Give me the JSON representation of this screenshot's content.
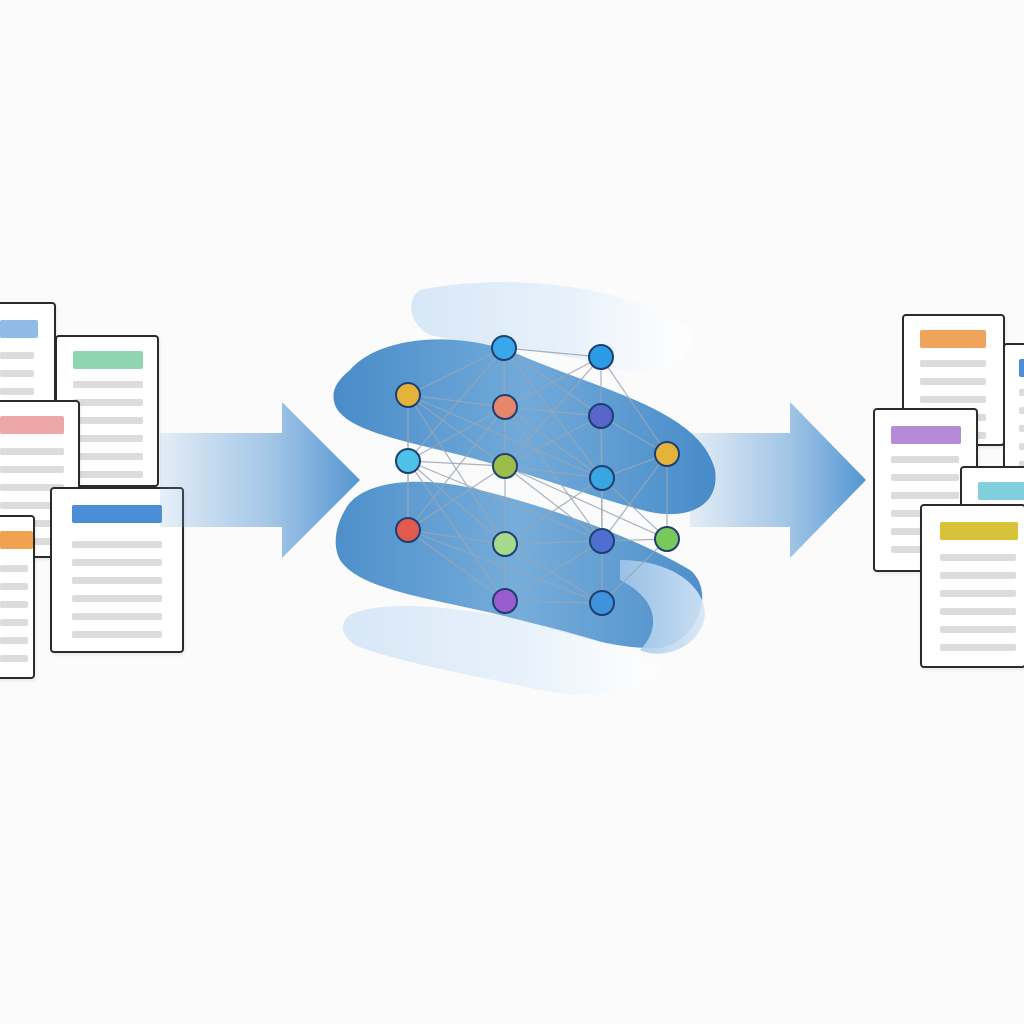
{
  "colors": {
    "background": "#fbfbfc",
    "flow_arrow": "#5b9bd5",
    "ribbon_dark": "#3f86c6",
    "ribbon_light": "#cfe3f5",
    "edge": "#9aa6b5",
    "node_stroke": "#1f3f73"
  },
  "input_documents": [
    {
      "name": "input-doc-1",
      "accent": "#8fbbe6"
    },
    {
      "name": "input-doc-2",
      "accent": "#8fd6b0"
    },
    {
      "name": "input-doc-3",
      "accent": "#eda7a7"
    },
    {
      "name": "input-doc-4",
      "accent": "#f0a24f"
    },
    {
      "name": "input-doc-5",
      "accent": "#4a8fd6"
    }
  ],
  "output_documents": [
    {
      "name": "output-doc-1",
      "accent": "#f0a35a"
    },
    {
      "name": "output-doc-2",
      "accent": "#4a90d9"
    },
    {
      "name": "output-doc-3",
      "accent": "#b58ad9"
    },
    {
      "name": "output-doc-4",
      "accent": "#7fd0dc"
    },
    {
      "name": "output-doc-5",
      "accent": "#d8c23a"
    }
  ],
  "network_nodes": [
    {
      "id": "n1",
      "color": "#3aa7e8"
    },
    {
      "id": "n2",
      "color": "#2b9be4"
    },
    {
      "id": "n3",
      "color": "#e6b33a"
    },
    {
      "id": "n4",
      "color": "#e6866a"
    },
    {
      "id": "n5",
      "color": "#5866c9"
    },
    {
      "id": "n6",
      "color": "#4fc0e6"
    },
    {
      "id": "n7",
      "color": "#9cbd4a"
    },
    {
      "id": "n8",
      "color": "#39a6e3"
    },
    {
      "id": "n9",
      "color": "#e6b33a"
    },
    {
      "id": "n10",
      "color": "#e05a4e"
    },
    {
      "id": "n11",
      "color": "#a6d98a"
    },
    {
      "id": "n12",
      "color": "#4f6fd0"
    },
    {
      "id": "n13",
      "color": "#79c95a"
    },
    {
      "id": "n14",
      "color": "#9a5ccf"
    },
    {
      "id": "n15",
      "color": "#3f93dd"
    }
  ]
}
